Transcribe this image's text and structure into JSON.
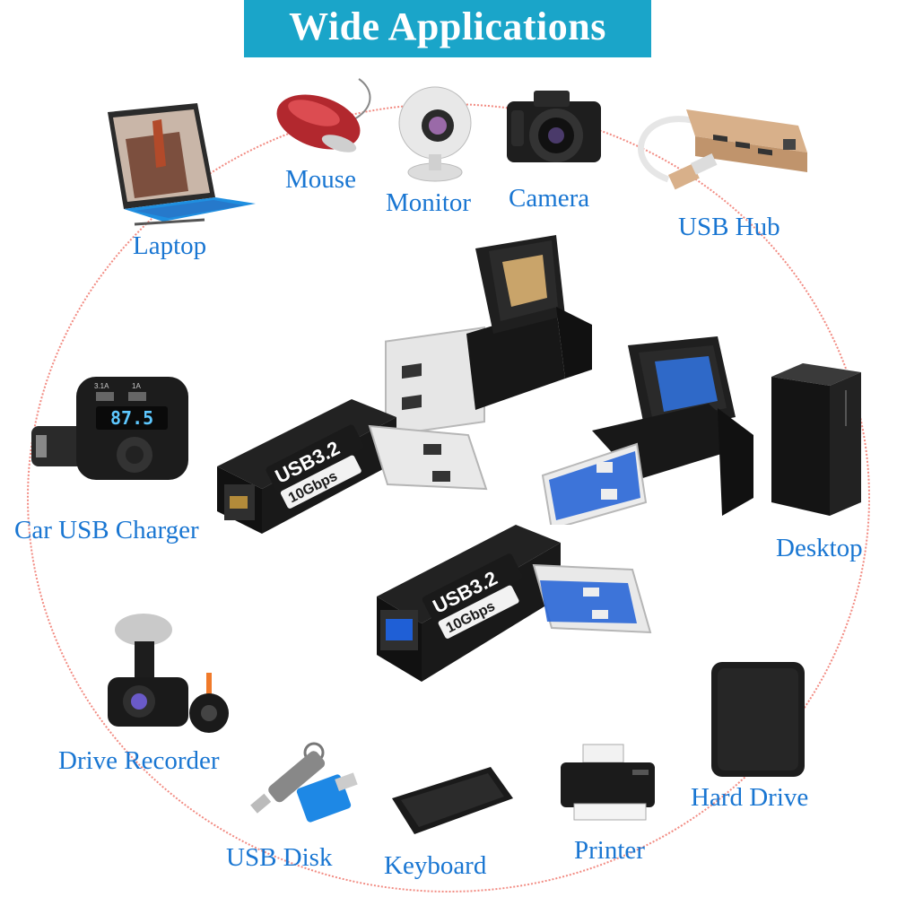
{
  "banner": {
    "title": "Wide Applications"
  },
  "devices": {
    "laptop": "Laptop",
    "mouse": "Mouse",
    "monitor": "Monitor",
    "camera": "Camera",
    "usb_hub": "USB Hub",
    "car_charger": "Car USB Charger",
    "desktop": "Desktop",
    "drive_recorder": "Drive Recorder",
    "hard_drive": "Hard Drive",
    "usb_disk": "USB Disk",
    "keyboard": "Keyboard",
    "printer": "Printer"
  },
  "adapters": {
    "brand": "USB3.2",
    "speed": "10Gbps"
  },
  "charger": {
    "display": "87.5",
    "port_a": "3.1A",
    "port_b": "1A"
  },
  "colors": {
    "banner": "#1aa5c9",
    "label": "#1976d2",
    "ring": "#f28b82",
    "usb3_blue": "#1f5fd6"
  }
}
